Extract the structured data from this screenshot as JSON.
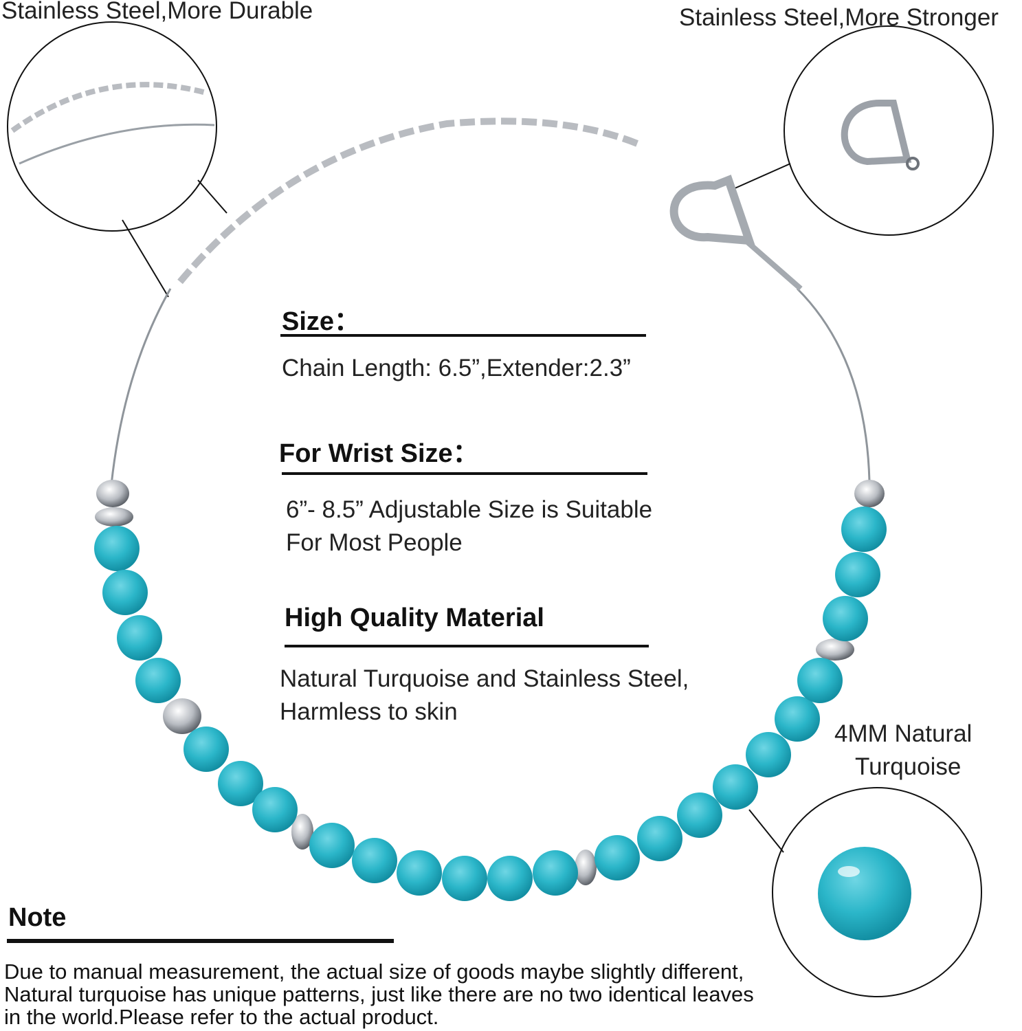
{
  "callouts": {
    "top_left": "Stainless Steel,More Durable",
    "top_right": "Stainless Steel,More Stronger",
    "bead_line1": "4MM Natural",
    "bead_line2": "Turquoise"
  },
  "size": {
    "heading": "Size：",
    "text": "Chain Length: 6.5”,Extender:2.3”"
  },
  "wrist": {
    "heading": "For Wrist Size：",
    "line1": "6”- 8.5” Adjustable Size is Suitable",
    "line2": "For Most People"
  },
  "material": {
    "heading": "High Quality Material",
    "line1": "Natural Turquoise and Stainless Steel,",
    "line2": "Harmless to skin"
  },
  "note": {
    "heading": "Note",
    "line1": "Due to manual measurement, the actual size of goods maybe slightly different,",
    "line2": "Natural turquoise has unique patterns, just like there are no two identical leaves",
    "line3": "in the world.Please refer to the actual product."
  },
  "colors": {
    "turquoise": "#2bb6c9",
    "turquoise_dark": "#138fa3",
    "steel": "#c9ccd0"
  }
}
